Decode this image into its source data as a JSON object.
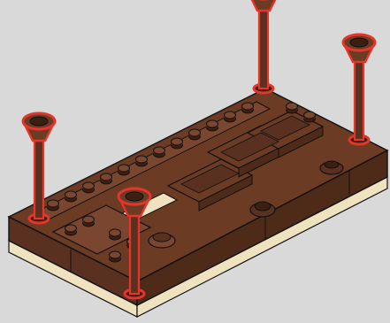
{
  "image": {
    "subject": "lego-build-step",
    "parts": [
      "baseplate",
      "tiles",
      "plates",
      "round-studs",
      "grille-parts",
      "candlestick-legs"
    ]
  },
  "colors": {
    "background": "#d9d9d9",
    "brick_top": "#6b3b24",
    "brick_side": "#4e2a18",
    "brick_front": "#5a3120",
    "tan": "#efe2bf",
    "highlight": "#e5352b",
    "outline": "#111111"
  }
}
